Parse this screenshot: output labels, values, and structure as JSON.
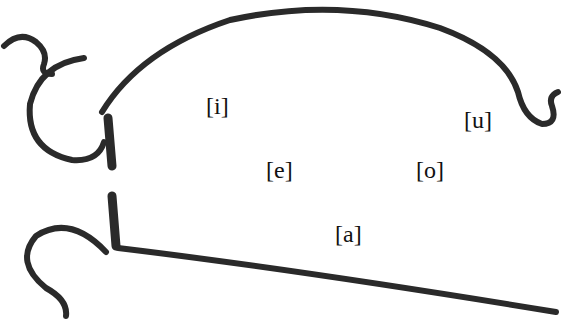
{
  "diagram": {
    "labels": [
      "[i]",
      "[u]",
      "[e]",
      "[o]",
      "[a]"
    ]
  }
}
